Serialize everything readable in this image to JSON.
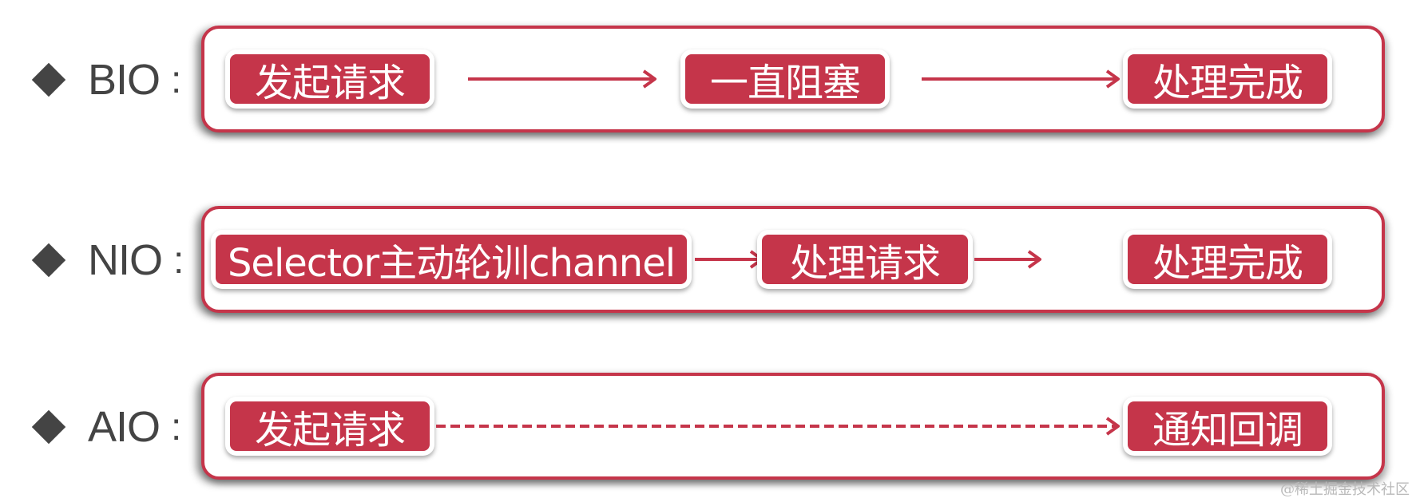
{
  "colors": {
    "accent": "#c5354a",
    "label_text": "#444444",
    "node_text": "#ffffff",
    "background": "#ffffff"
  },
  "rows": [
    {
      "name": "BIO",
      "separator": ":",
      "bullet_icon": "diamond-icon",
      "nodes": [
        "发起请求",
        "一直阻塞",
        "处理完成"
      ],
      "connectors": [
        "solid-arrow",
        "solid-arrow"
      ]
    },
    {
      "name": "NIO",
      "separator": ":",
      "bullet_icon": "diamond-icon",
      "nodes": [
        "Selector主动轮训channel",
        "处理请求",
        "处理完成"
      ],
      "connectors": [
        "solid-arrow",
        "solid-arrow"
      ]
    },
    {
      "name": "AIO",
      "separator": ":",
      "bullet_icon": "diamond-icon",
      "nodes": [
        "发起请求",
        "通知回调"
      ],
      "connectors": [
        "dashed-arrow"
      ]
    }
  ],
  "watermark": "@稀土掘金技术社区"
}
